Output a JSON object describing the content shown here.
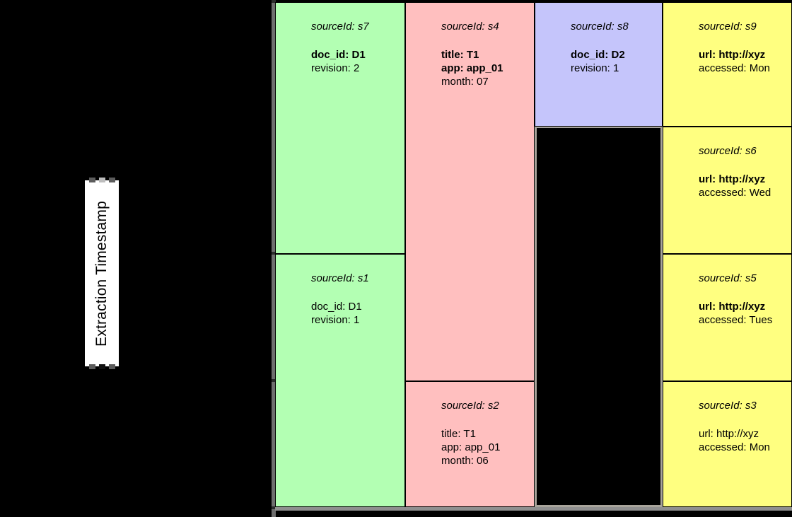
{
  "axis": {
    "label": "Extraction Timestamp"
  },
  "colors": {
    "green": "#b3ffb3",
    "pink": "#ffbfbf",
    "purple": "#c5c5fb",
    "yellow": "#ffff80",
    "background": "#000000",
    "border": "#000000",
    "rail": "#6e6e6e",
    "label_background": "#ffffff"
  },
  "columns": [
    {
      "name": "green-column",
      "color": "green",
      "cells": [
        {
          "source_label": "sourceId: s7",
          "attributes": [
            {
              "text": "doc_id: D1",
              "bold": true
            },
            {
              "text": "revision: 2",
              "bold": false
            }
          ]
        },
        {
          "source_label": "sourceId: s1",
          "attributes": [
            {
              "text": "doc_id: D1",
              "bold": false
            },
            {
              "text": "revision: 1",
              "bold": false
            }
          ]
        }
      ]
    },
    {
      "name": "pink-column",
      "color": "pink",
      "cells": [
        {
          "source_label": "sourceId: s4",
          "attributes": [
            {
              "text": "title: T1",
              "bold": true
            },
            {
              "text": "app: app_01",
              "bold": true
            },
            {
              "text": "month: 07",
              "bold": false
            }
          ]
        },
        {
          "source_label": "sourceId: s2",
          "attributes": [
            {
              "text": "title: T1",
              "bold": false
            },
            {
              "text": "app: app_01",
              "bold": false
            },
            {
              "text": "month: 06",
              "bold": false
            }
          ]
        }
      ]
    },
    {
      "name": "purple-column",
      "color": "purple",
      "cells": [
        {
          "source_label": "sourceId: s8",
          "attributes": [
            {
              "text": "doc_id: D2",
              "bold": true
            },
            {
              "text": "revision: 1",
              "bold": false
            }
          ]
        }
      ]
    },
    {
      "name": "yellow-column",
      "color": "yellow",
      "cells": [
        {
          "source_label": "sourceId: s9",
          "attributes": [
            {
              "text": "url: http://xyz",
              "bold": true
            },
            {
              "text": "accessed: Mon",
              "bold": false
            }
          ]
        },
        {
          "source_label": "sourceId: s6",
          "attributes": [
            {
              "text": "url: http://xyz",
              "bold": true
            },
            {
              "text": "accessed: Wed",
              "bold": false
            }
          ]
        },
        {
          "source_label": "sourceId: s5",
          "attributes": [
            {
              "text": "url: http://xyz",
              "bold": true
            },
            {
              "text": "accessed: Tues",
              "bold": false
            }
          ]
        },
        {
          "source_label": "sourceId: s3",
          "attributes": [
            {
              "text": "url: http://xyz",
              "bold": false
            },
            {
              "text": "accessed: Mon",
              "bold": false
            }
          ]
        }
      ]
    }
  ]
}
